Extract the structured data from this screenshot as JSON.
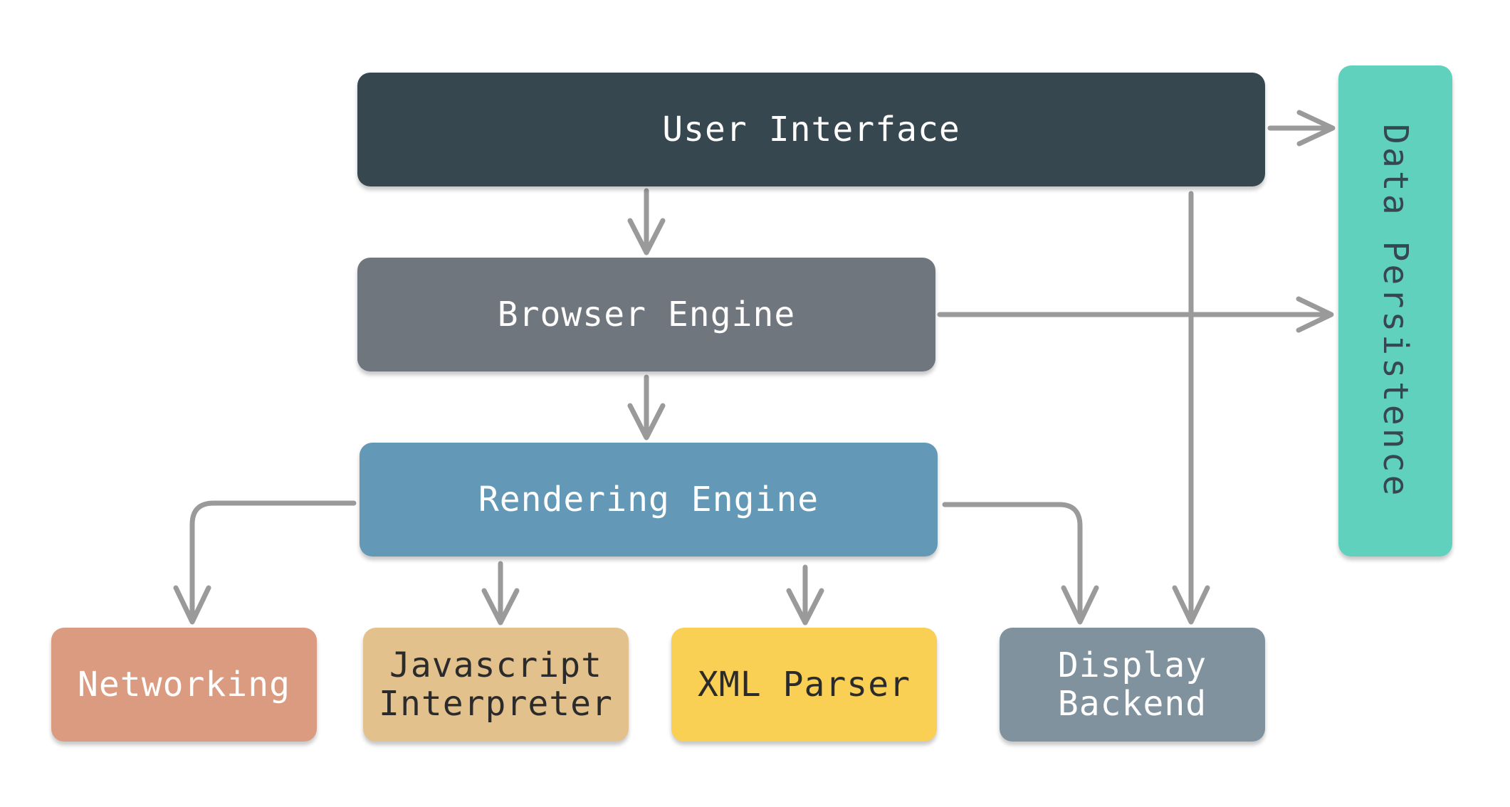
{
  "diagram": {
    "nodes": {
      "user_interface": "User Interface",
      "browser_engine": "Browser Engine",
      "rendering_engine": "Rendering Engine",
      "networking": "Networking",
      "javascript_interpreter": "Javascript\nInterpreter",
      "xml_parser": "XML Parser",
      "display_backend": "Display\nBackend",
      "data_persistence": "Data Persistence"
    },
    "edges": [
      {
        "from": "User Interface",
        "to": "Browser Engine"
      },
      {
        "from": "User Interface",
        "to": "Data Persistence"
      },
      {
        "from": "User Interface",
        "to": "Display Backend"
      },
      {
        "from": "Browser Engine",
        "to": "Rendering Engine"
      },
      {
        "from": "Browser Engine",
        "to": "Data Persistence"
      },
      {
        "from": "Rendering Engine",
        "to": "Networking"
      },
      {
        "from": "Rendering Engine",
        "to": "Javascript Interpreter"
      },
      {
        "from": "Rendering Engine",
        "to": "XML Parser"
      },
      {
        "from": "Rendering Engine",
        "to": "Display Backend"
      }
    ],
    "colors": {
      "user_interface": "#37474f",
      "browser_engine": "#6f767e",
      "rendering_engine": "#6399b7",
      "networking": "#db9b80",
      "javascript_interpreter": "#e3c18d",
      "xml_parser": "#f9cf54",
      "display_backend": "#7f929e",
      "data_persistence": "#5fd1bd",
      "connector": "#9a9a9a"
    }
  }
}
